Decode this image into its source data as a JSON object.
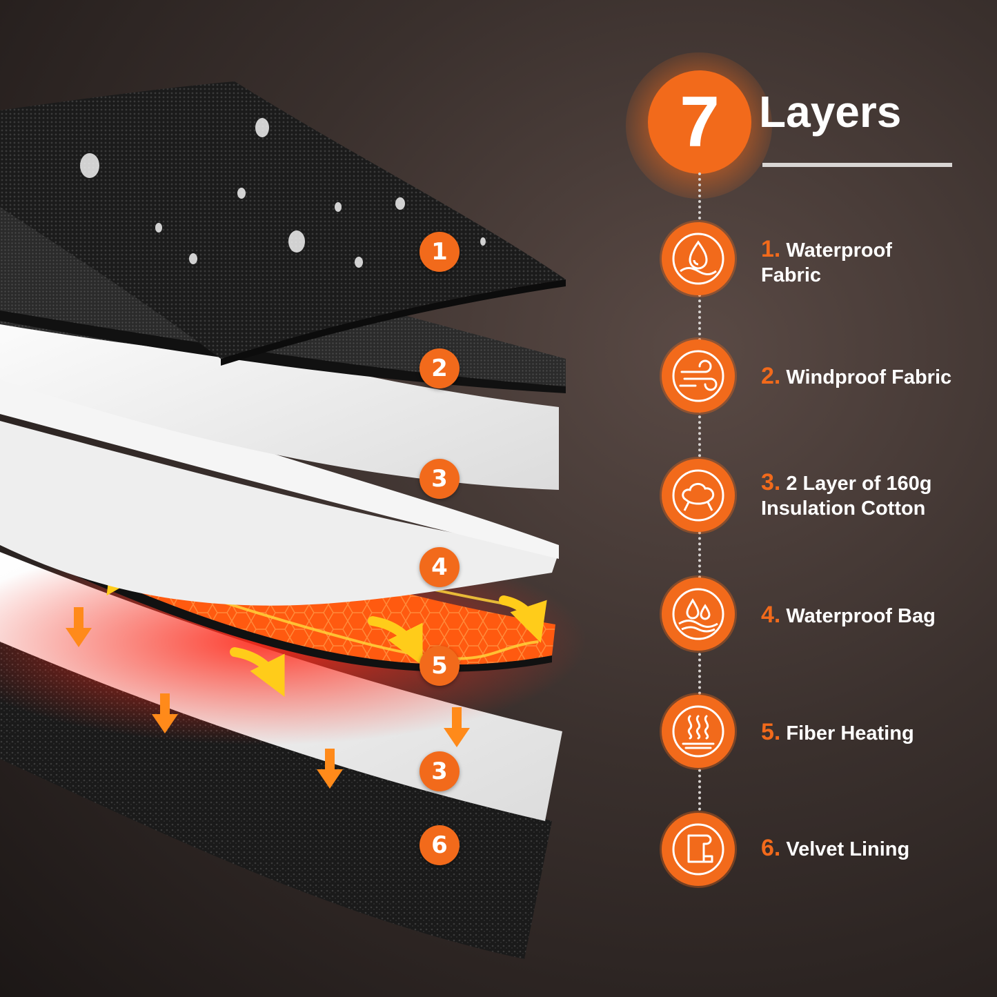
{
  "header": {
    "number": "7",
    "title": "Layers"
  },
  "stack_badges": [
    "1",
    "2",
    "3",
    "4",
    "5",
    "3",
    "6"
  ],
  "features": [
    {
      "num": "1.",
      "line1": "Waterproof",
      "line2": "Fabric",
      "icon": "water-drop-icon"
    },
    {
      "num": "2.",
      "line1": "Windproof Fabric",
      "line2": "",
      "icon": "wind-icon"
    },
    {
      "num": "3.",
      "line1": "2 Layer of 160g",
      "line2": "Insulation Cotton",
      "icon": "cotton-icon"
    },
    {
      "num": "4.",
      "line1": "Waterproof Bag",
      "line2": "",
      "icon": "water-drops-wave-icon"
    },
    {
      "num": "5.",
      "line1": "Fiber Heating",
      "line2": "",
      "icon": "heat-icon"
    },
    {
      "num": "6.",
      "line1": "Velvet Lining",
      "line2": "",
      "icon": "lining-icon"
    }
  ],
  "colors": {
    "accent": "#f26a1b",
    "heat": "#ff4a12",
    "arrow": "#ffcc1a"
  }
}
